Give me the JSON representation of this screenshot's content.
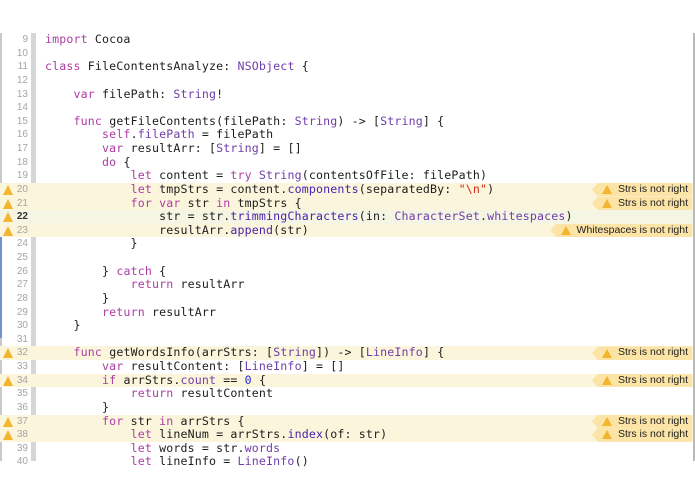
{
  "editor": {
    "language": "Swift",
    "current_line": 22,
    "lines": [
      {
        "n": "9",
        "html": "<span class=\"kw\">import</span> Cocoa"
      },
      {
        "n": "10",
        "html": ""
      },
      {
        "n": "11",
        "html": "<span class=\"kw\">class</span> FileContentsAnalyze: <span class=\"ty\">NSObject</span> {"
      },
      {
        "n": "12",
        "html": ""
      },
      {
        "n": "13",
        "html": "    <span class=\"kw\">var</span> filePath: <span class=\"ty\">String</span>!"
      },
      {
        "n": "14",
        "html": ""
      },
      {
        "n": "15",
        "html": "    <span class=\"kw\">func</span> getFileContents(filePath: <span class=\"ty\">String</span>) -> [<span class=\"ty\">String</span>] {"
      },
      {
        "n": "16",
        "html": "        <span class=\"kw\">self</span>.<span class=\"pr\">filePath</span> = filePath"
      },
      {
        "n": "17",
        "html": "        <span class=\"kw\">var</span> resultArr: [<span class=\"ty\">String</span>] = []"
      },
      {
        "n": "18",
        "html": "        <span class=\"kw\">do</span> {"
      },
      {
        "n": "19",
        "html": "            <span class=\"kw\">let</span> content = <span class=\"kw\">try</span> <span class=\"ty\">String</span>(contentsOfFile: filePath)"
      },
      {
        "n": "20",
        "html": "            <span class=\"kw\">let</span> tmpStrs = content.<span class=\"fn\">components</span>(separatedBy: <span class=\"st\">\"\\n\"</span>)",
        "warning": "Strs is not right"
      },
      {
        "n": "21",
        "html": "            <span class=\"kw\">for</span> <span class=\"kw\">var</span> str <span class=\"kw\">in</span> tmpStrs {",
        "warning": "Strs is not right"
      },
      {
        "n": "22",
        "html": "                str = str.<span class=\"fn\">trimmingCharacters</span>(in: <span class=\"ty\">CharacterSet</span>.<span class=\"pr\">whitespaces</span>)",
        "warning_icon_only": true,
        "current": true
      },
      {
        "n": "23",
        "html": "                resultArr.<span class=\"fn\">append</span>(str)",
        "warning": "Whitespaces is not right"
      },
      {
        "n": "24",
        "html": "            }"
      },
      {
        "n": "25",
        "html": ""
      },
      {
        "n": "26",
        "html": "        } <span class=\"kw\">catch</span> {"
      },
      {
        "n": "27",
        "html": "            <span class=\"kw\">return</span> resultArr"
      },
      {
        "n": "28",
        "html": "        }"
      },
      {
        "n": "29",
        "html": "        <span class=\"kw\">return</span> resultArr"
      },
      {
        "n": "30",
        "html": "    }"
      },
      {
        "n": "31",
        "html": ""
      },
      {
        "n": "32",
        "html": "    <span class=\"kw\">func</span> getWordsInfo(arrStrs: [<span class=\"ty\">String</span>]) -> [<span class=\"ty\">LineInfo</span>] {",
        "warning": "Strs is not right"
      },
      {
        "n": "33",
        "html": "        <span class=\"kw\">var</span> resultContent: [<span class=\"ty\">LineInfo</span>] = []"
      },
      {
        "n": "34",
        "html": "        <span class=\"kw\">if</span> arrStrs.<span class=\"pr\">count</span> == <span class=\"nm\">0</span> {",
        "warning": "Strs is not right"
      },
      {
        "n": "35",
        "html": "            <span class=\"kw\">return</span> resultContent"
      },
      {
        "n": "36",
        "html": "        }"
      },
      {
        "n": "37",
        "html": "        <span class=\"kw\">for</span> str <span class=\"kw\">in</span> arrStrs {",
        "warning": "Strs is not right"
      },
      {
        "n": "38",
        "html": "            <span class=\"kw\">let</span> lineNum = arrStrs.<span class=\"fn\">index</span>(of: str)",
        "warning": "Strs is not right"
      },
      {
        "n": "39",
        "html": "            <span class=\"kw\">let</span> words = str.<span class=\"pr\">words</span>"
      },
      {
        "n": "40",
        "html": "            <span class=\"kw\">let</span> lineInfo = <span class=\"ty\">LineInfo</span>()"
      }
    ]
  },
  "colors": {
    "keyword": "#ad3da4",
    "type": "#703daa",
    "string": "#d12f1b",
    "number": "#272ad8",
    "warning_line_bg": "#fbf5dc",
    "warning_badge_bg": "#fbe4a6",
    "warning_icon": "#f3b52d"
  }
}
